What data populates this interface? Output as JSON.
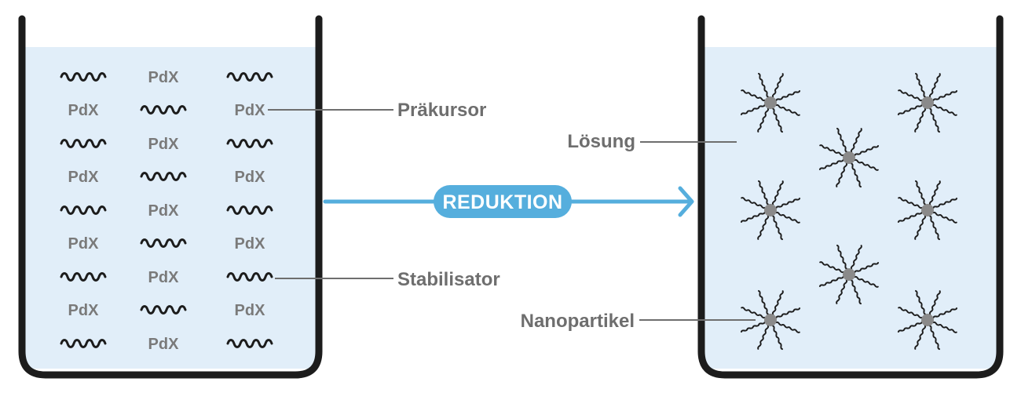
{
  "precursor_symbol": "PdX",
  "arrow_label": "REDUKTION",
  "labels": {
    "precursor": "Präkursor",
    "stabilizer": "Stabilisator",
    "solution": "Lösung",
    "nanoparticle": "Nanopartikel"
  },
  "colors": {
    "liquid": "#e1eef9",
    "beaker": "#1c1c1c",
    "arrow": "#55aedd",
    "text_gray": "#7a7a7a",
    "particle_core": "#8a8a8a"
  }
}
